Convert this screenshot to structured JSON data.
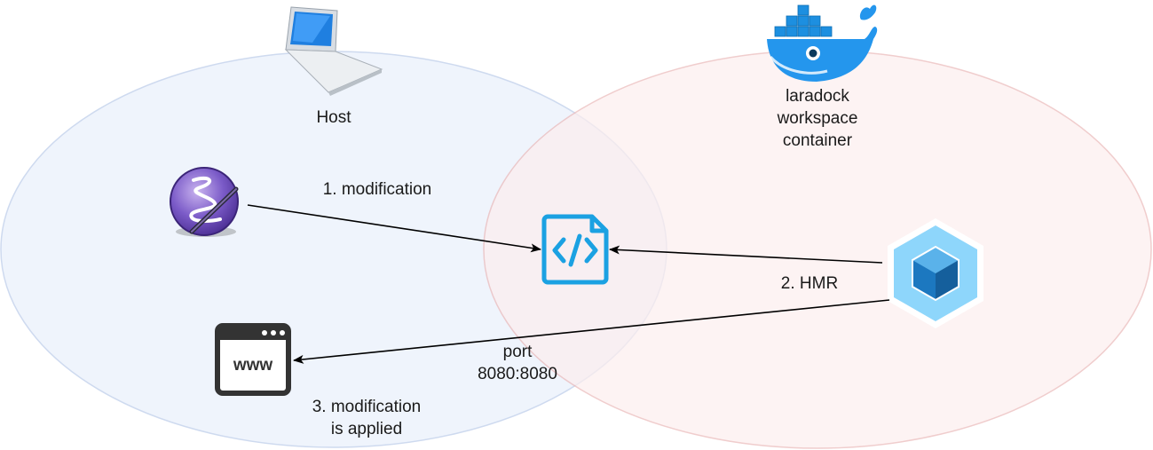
{
  "host": {
    "label": "Host",
    "fill": "#eef3fc",
    "stroke": "#c9d6ee",
    "icon": "laptop-icon"
  },
  "container": {
    "label_lines": [
      "laradock",
      "workspace",
      "container"
    ],
    "fill": "#fdeeee",
    "stroke": "#eab8b8",
    "icon": "docker-whale-icon"
  },
  "editor": {
    "icon": "emacs-icon"
  },
  "source": {
    "icon": "source-code-file-icon",
    "color": "#1ba1e2"
  },
  "bundler": {
    "icon": "webpack-icon"
  },
  "browser": {
    "icon": "www-browser-icon",
    "text": "www"
  },
  "edges": {
    "modification": "1. modification",
    "hmr": "2. HMR",
    "port_line1": "port",
    "port_line2": "8080:8080",
    "applied_line1": "3. modification",
    "applied_line2": "is applied"
  }
}
